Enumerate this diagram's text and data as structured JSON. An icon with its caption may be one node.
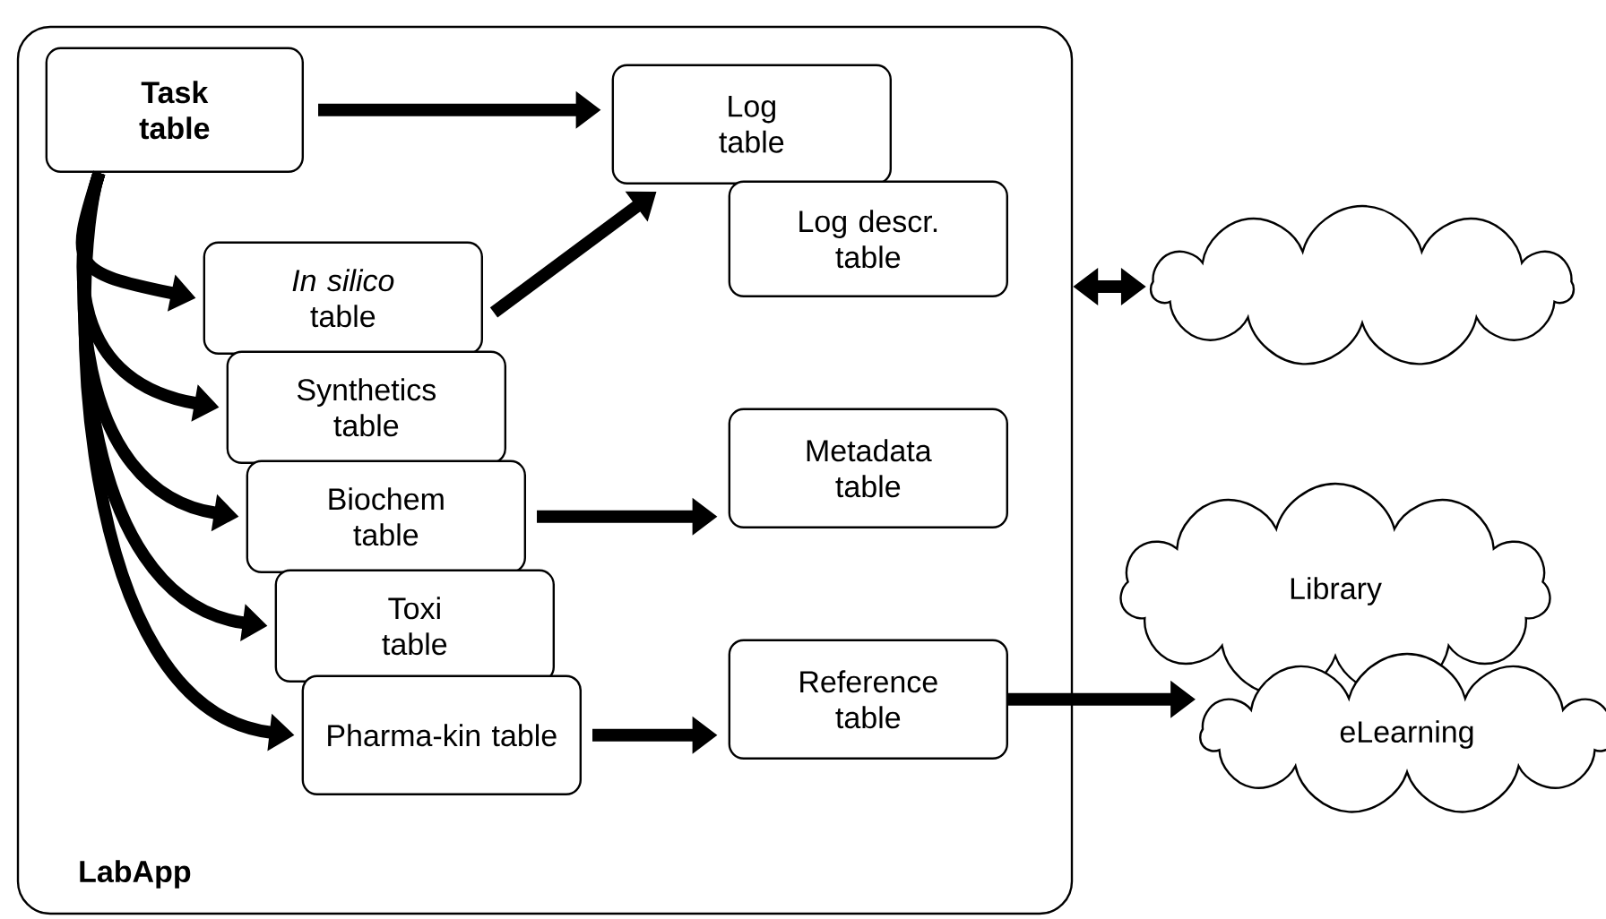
{
  "diagram": {
    "nodes": [
      {
        "text": [
          "LabApp"
        ]
      },
      {
        "text": [
          "Task table"
        ],
        "in": 0
      },
      {
        "text": [
          "Log table"
        ],
        "in": 0
      },
      {
        "text": [
          "Log descr. table"
        ],
        "in": 0
      },
      {
        "text": [
          "*In silico* table"
        ],
        "in": 0
      },
      {
        "text": [
          "Synthetics table"
        ],
        "in": 0
      },
      {
        "text": [
          "Biochem table"
        ],
        "in": 0
      },
      {
        "text": [
          "Toxi table"
        ],
        "in": 0
      },
      {
        "text": [
          "Pharma-kin table"
        ],
        "in": 0
      },
      {
        "text": [
          "Metadata table"
        ],
        "in": 0
      },
      {
        "text": [
          "Reference table"
        ],
        "in": 0
      },
      {
        "text": [],
        "shape": "cloud"
      },
      {
        "text": [
          "Library"
        ]
      },
      {
        "text": [
          "eLearning"
        ]
      }
    ],
    "edges": [
      {
        "from": 1,
        "to": 2,
        "arrow": "to"
      },
      {
        "from": 1,
        "to": 4,
        "arrow": "to"
      },
      {
        "from": 1,
        "to": 5,
        "arrow": "to"
      },
      {
        "from": 1,
        "to": 6,
        "arrow": "to"
      },
      {
        "from": 1,
        "to": 7,
        "arrow": "to"
      },
      {
        "from": 1,
        "to": 8,
        "arrow": "to"
      },
      {
        "from": 4,
        "to": 2,
        "arrow": "to"
      },
      {
        "from": 6,
        "to": 9,
        "arrow": "to"
      },
      {
        "from": 8,
        "to": 10,
        "arrow": "to"
      },
      {
        "from": 0,
        "to": 11,
        "arrow": "both"
      },
      {
        "from": 10,
        "to": 13,
        "arrow": "to"
      }
    ]
  }
}
